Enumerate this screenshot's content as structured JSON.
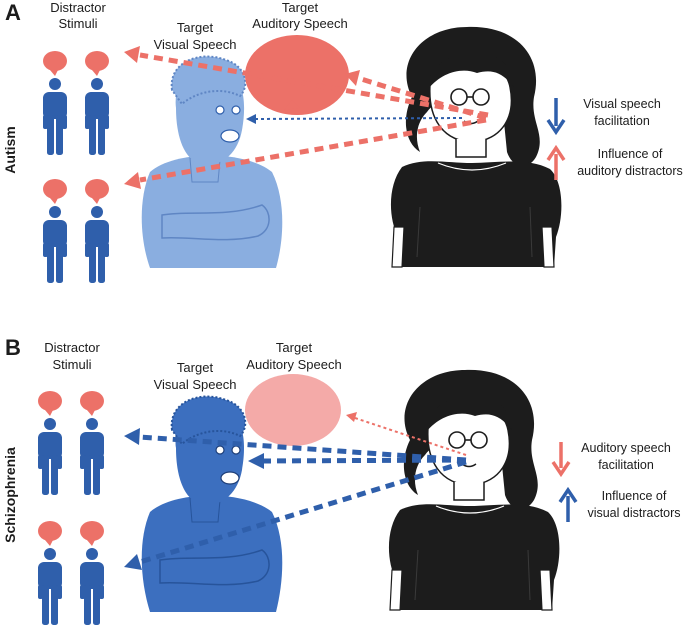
{
  "panel_a": {
    "letter": "A",
    "group": "Autism",
    "distractor": [
      "Distractor",
      "Stimuli"
    ],
    "visual": [
      "Target",
      "Visual Speech"
    ],
    "auditory": [
      "Target",
      "Auditory Speech"
    ],
    "legend": [
      {
        "arrow": "down",
        "color": "#2f5fab",
        "lines": [
          "Visual speech",
          "facilitation"
        ]
      },
      {
        "arrow": "up",
        "color": "#ec7168",
        "lines": [
          "Influence of",
          "auditory distractors"
        ]
      }
    ]
  },
  "panel_b": {
    "letter": "B",
    "group": "Schizophrenia",
    "distractor": [
      "Distractor",
      "Stimuli"
    ],
    "visual": [
      "Target",
      "Visual Speech"
    ],
    "auditory": [
      "Target",
      "Auditory Speech"
    ],
    "legend": [
      {
        "arrow": "down",
        "color": "#ec7168",
        "lines": [
          "Auditory speech",
          "facilitation"
        ]
      },
      {
        "arrow": "up",
        "color": "#2f5fab",
        "lines": [
          "Influence of",
          "visual distractors"
        ]
      }
    ]
  },
  "colors": {
    "red": "#ec7168",
    "red_light": "#f4aaa8",
    "blue": "#2f5fab",
    "blue_light": "#8aaee0",
    "black": "#1c1c1c"
  }
}
